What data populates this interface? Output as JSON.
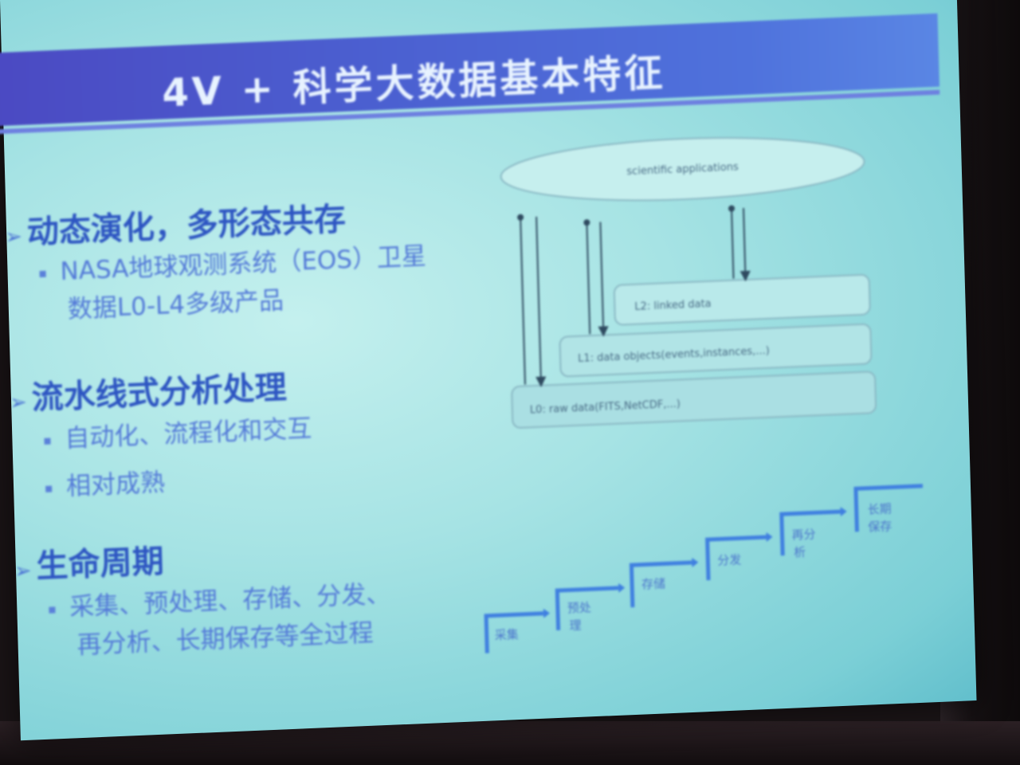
{
  "slide": {
    "title": "4V + 科学大数据基本特征",
    "sections": [
      {
        "heading": "动态演化，多形态共存",
        "bullets": [
          {
            "line1": "NASA地球观测系统（EOS）卫星",
            "line2": "数据L0-L4多级产品"
          }
        ]
      },
      {
        "heading": "流水线式分析处理",
        "bullets": [
          {
            "line1": "自动化、流程化和交互"
          },
          {
            "line1": "相对成熟"
          }
        ]
      },
      {
        "heading": "生命周期",
        "bullets": [
          {
            "line1": "采集、预处理、存储、分发、",
            "line2": "再分析、长期保存等全过程"
          }
        ]
      }
    ],
    "layer_diagram": {
      "top": "scientific applications",
      "l2": "L2: linked data",
      "l1": "L1: data objects(events,instances,...)",
      "l0": "L0: raw data(FITS,NetCDF,...)"
    },
    "lifecycle_steps": [
      {
        "line1": "采集",
        "line2": ""
      },
      {
        "line1": "预处",
        "line2": "理"
      },
      {
        "line1": "存储",
        "line2": ""
      },
      {
        "line1": "分发",
        "line2": ""
      },
      {
        "line1": "再分",
        "line2": "析"
      },
      {
        "line1": "长期",
        "line2": "保存"
      }
    ]
  },
  "colors": {
    "title_bar": "#4b49c2",
    "heading": "#2d55c2",
    "body_text": "#5379d8",
    "stair_line": "#3f7fe0",
    "screen_background": "#a6e3e4"
  }
}
